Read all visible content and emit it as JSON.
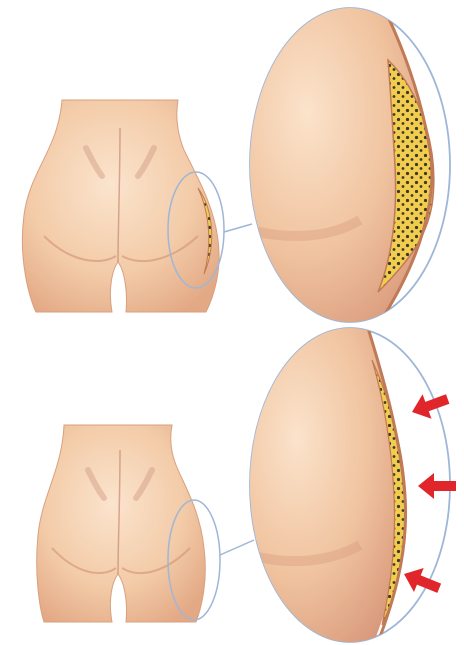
{
  "panels": [
    {
      "id": "before",
      "state": "fat-bulge"
    },
    {
      "id": "after",
      "state": "reduced-fat-with-compression"
    }
  ],
  "colors": {
    "background": "#ffffff",
    "skin_light": "#f7d9bd",
    "skin_mid": "#efc09a",
    "skin_shadow": "#d99a78",
    "crease": "#c98a72",
    "outline_blue": "#9fb6d6",
    "fat_fill": "#f2cc4e",
    "fat_dots": "#3a3a2a",
    "tissue_edge": "#c07a56",
    "arrow_red": "#e0262b"
  },
  "arrows": {
    "count": 3,
    "direction": "inward"
  }
}
